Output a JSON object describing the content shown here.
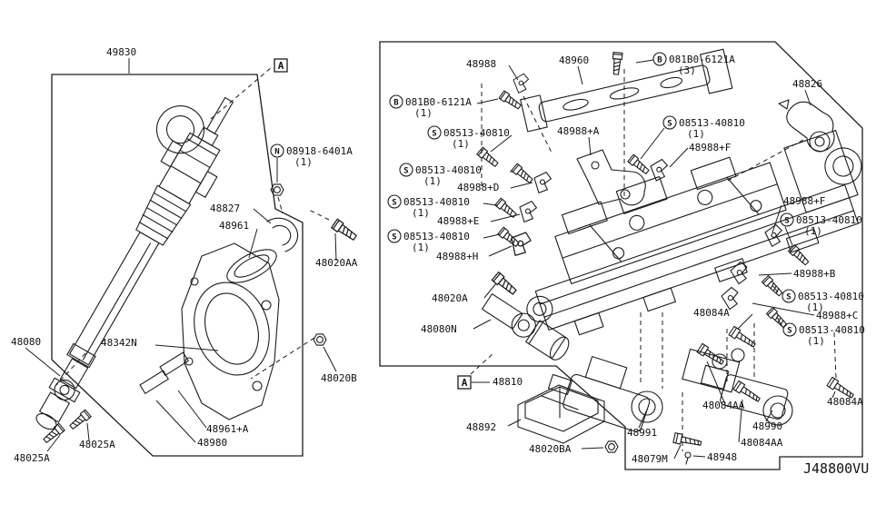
{
  "diagram": {
    "code": "J48800VU",
    "view_marker": "A",
    "background": "#ffffff",
    "line_color": "#1c1c1c"
  },
  "prefixes": {
    "bolt_b": "B",
    "screw_s": "S",
    "nut_n": "N"
  },
  "quantities": {
    "one": "(1)",
    "three": "(3)"
  },
  "parts": {
    "p49830": "49830",
    "p48988": "48988",
    "p48960": "48960",
    "p48826": "48826",
    "p48988a": "48988+A",
    "p48988b": "48988+B",
    "p48988c": "48988+C",
    "p48988d": "48988+D",
    "p48988e": "48988+E",
    "p48988f": "48988+F",
    "p48988h": "48988+H",
    "p48827": "48827",
    "p48961": "48961",
    "p48961a": "48961+A",
    "p48980": "48980",
    "p48342n": "48342N",
    "p48080": "48080",
    "p48080n": "48080N",
    "p48020a": "48020A",
    "p48020aa": "48020AA",
    "p48020b": "48020B",
    "p48020ba": "48020BA",
    "p48025a": "48025A",
    "p48084a": "48084A",
    "p48084aa": "48084AA",
    "p48810": "48810",
    "p48892": "48892",
    "p48948": "48948",
    "p48990": "48990",
    "p48991": "48991",
    "p48079m": "48079M",
    "b081b0": "081B0-6121A",
    "s08513": "08513-40810",
    "n08918": "08918-6401A"
  }
}
